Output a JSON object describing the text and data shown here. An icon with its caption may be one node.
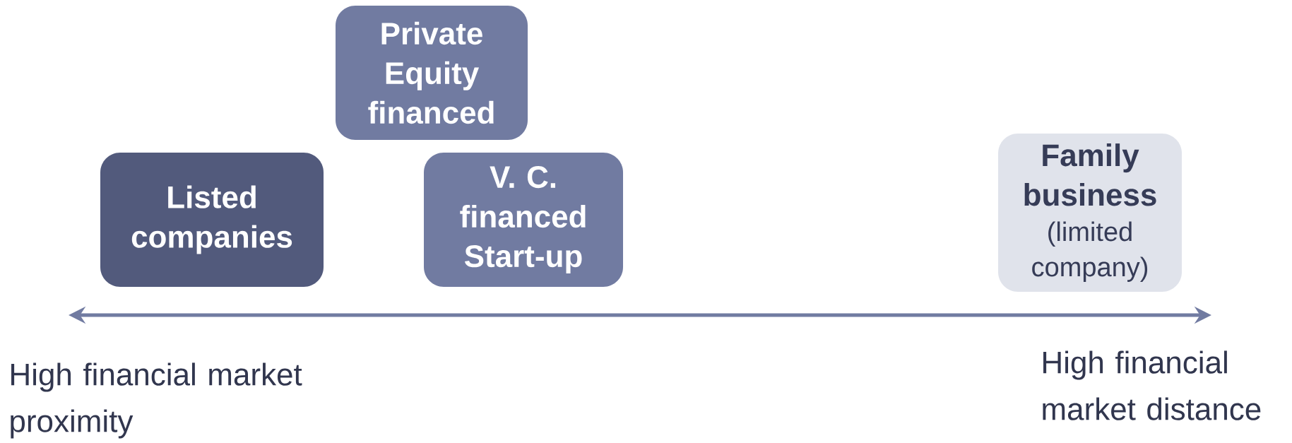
{
  "diagram": {
    "nodes": [
      {
        "text": [
          "Listed companies"
        ]
      },
      {
        "text": [
          "Private Equity financed"
        ]
      },
      {
        "text": [
          "V. C. financed Start-up"
        ]
      },
      {
        "text": [
          "Family business",
          "(limited company)"
        ]
      }
    ],
    "labels": [
      "High financial market proximity",
      "High financial market distance"
    ]
  }
}
